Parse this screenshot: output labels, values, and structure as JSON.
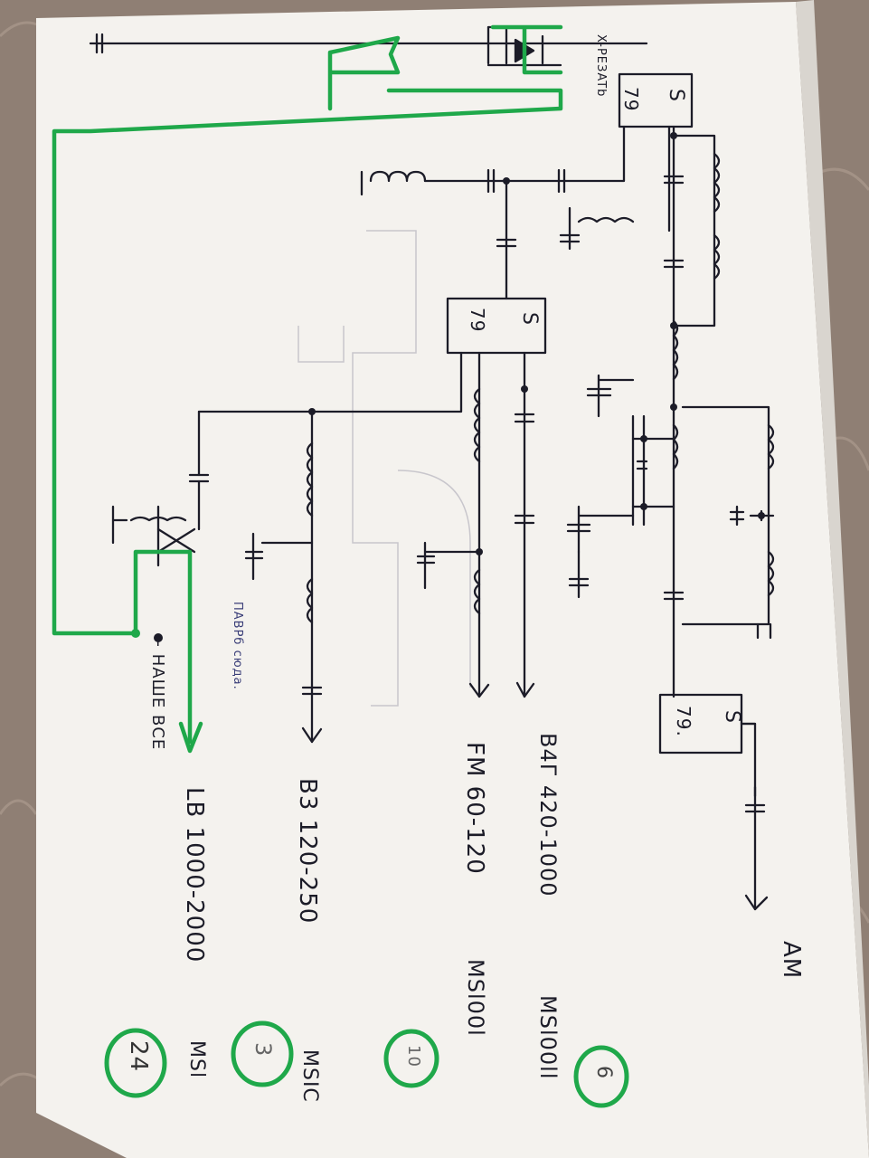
{
  "colors": {
    "ink": "#1c1c28",
    "green": "#1fa84a",
    "paper": "#f4f2ee",
    "table": "#8f7f74"
  },
  "labels": {
    "am": "AM",
    "bus": "В4Г 420-1000",
    "bus_part": "MSl00ll",
    "fm": "FM 60-120",
    "fm_part": "MSl00l",
    "b3": "В3 120-250",
    "b3_part": "MSIC",
    "lb": "LB 1000-2000",
    "lb_part": "MSl",
    "rezat": "X-PEЗATb",
    "nashe": "← НАШЕ ВСЕ",
    "paoro": "ПАВРб сюда.",
    "chip_s": "S",
    "chip_79": "79",
    "chip_79b": "79.",
    "circle_1": "6",
    "circle_2": "10",
    "circle_3": "3",
    "circle_4": "24"
  }
}
